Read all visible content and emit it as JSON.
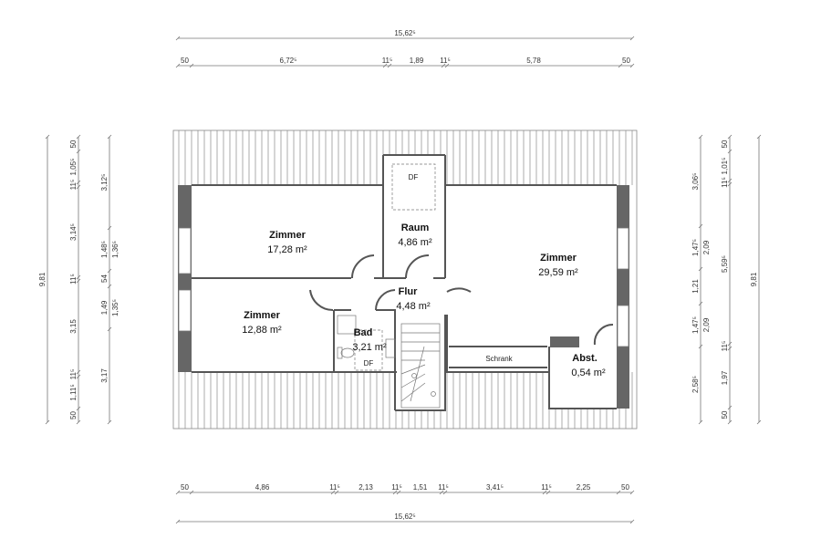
{
  "dimensions": {
    "top_total": "15,62⁵",
    "top_chain": [
      "50",
      "6,72⁵",
      "11⁵",
      "1,89",
      "11⁵",
      "5,78",
      "50"
    ],
    "bottom_chain": [
      "50",
      "4,86",
      "11⁵",
      "2,13",
      "11⁵",
      "1,51",
      "11⁵",
      "3,41⁵",
      "11⁵",
      "2,25",
      "50"
    ],
    "bottom_total": "15,62⁵",
    "left_total": "9,81",
    "left_chain_outer": [
      "50",
      "1,05⁵",
      "11⁵",
      "3,14⁵",
      "11⁵",
      "3,15",
      "11⁵",
      "1,11⁵",
      "50"
    ],
    "left_chain_inner": [
      "3,12⁵",
      "1,48⁵",
      "54",
      "1,49",
      "3,17"
    ],
    "left_chain_inner_sub": [
      "",
      "1,36⁵",
      "",
      "1,35⁵",
      ""
    ],
    "right_chain_inner": [
      "3,06⁵",
      "1,47⁵",
      "1,21",
      "1,47⁵",
      "2,58⁵"
    ],
    "right_chain_inner_sub": [
      "",
      "2,09",
      "",
      "2,09",
      ""
    ],
    "right_chain_outer": [
      "50",
      "1,01⁵",
      "11⁵",
      "5,59⁵",
      "11⁵",
      "1,97",
      "50"
    ],
    "right_total": "9,81"
  },
  "rooms": [
    {
      "name": "Zimmer",
      "area": "17,28 m²"
    },
    {
      "name": "Zimmer",
      "area": "12,88 m²"
    },
    {
      "name": "Raum",
      "area": "4,86 m²"
    },
    {
      "name": "Flur",
      "area": "4,48 m²"
    },
    {
      "name": "Bad",
      "area": "3,21 m²"
    },
    {
      "name": "Zimmer",
      "area": "29,59 m²"
    },
    {
      "name": "Abst.",
      "area": "0,54 m²"
    }
  ],
  "labels": {
    "schrank": "Schrank",
    "df_raum": "DF",
    "df_bad": "DF"
  }
}
